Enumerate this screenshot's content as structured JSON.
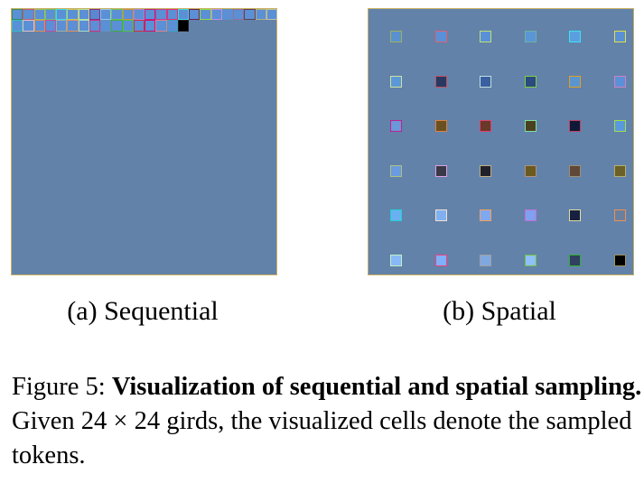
{
  "panels": {
    "a": {
      "label": "(a) Sequential",
      "grid_size": 24,
      "background": "#6282aa",
      "cells": [
        [
          "#5b8fd6",
          "#3a8a5a"
        ],
        [
          "#5b8fd6",
          "#c05a7a"
        ],
        [
          "#5b8fd6",
          "#9ac060"
        ],
        [
          "#5b8fd6",
          "#70c070"
        ],
        [
          "#5b8fd6",
          "#40d8e8"
        ],
        [
          "#5b8fd6",
          "#c8c860"
        ],
        [
          "#5b8fd6",
          "#b8e0a0"
        ],
        [
          "#5a88d0",
          "#803080"
        ],
        [
          "#5b8fd6",
          "#90c8e8"
        ],
        [
          "#5b8fd6",
          "#70c060"
        ],
        [
          "#5b8fd6",
          "#d09040"
        ],
        [
          "#5b8fd6",
          "#b080d0"
        ],
        [
          "#5b8fd6",
          "#c02080"
        ],
        [
          "#5b8fd6",
          "#c04090"
        ],
        [
          "#5b8fd6",
          "#e03070"
        ],
        [
          "#5b8fd6",
          "#40d8e0"
        ],
        [
          "#5b8fd6",
          "#702050"
        ],
        [
          "#5b8fd6",
          "#90e040"
        ],
        [
          "#5b8fd6",
          "#c090e0"
        ],
        [
          "#5b8fd6",
          "#6090c0"
        ],
        [
          "#5b8fd6",
          "#9070a0"
        ],
        [
          "#5b8fd6",
          "#604050"
        ],
        [
          "#5b8fd6",
          "#b0b080"
        ],
        [
          "#5b8fd6",
          "#c0c0a0"
        ],
        [
          "#5b8fd6",
          "#30c0c0"
        ],
        [
          "#5b8fd6",
          "#e0c0c0"
        ],
        [
          "#5b8fd6",
          "#e09050"
        ],
        [
          "#5b8fd6",
          "#c050a0"
        ],
        [
          "#5b8fd6",
          "#a0b0a0"
        ],
        [
          "#5b8fd6",
          "#e09060"
        ],
        [
          "#5b8fd6",
          "#a0e0c0"
        ],
        [
          "#5b8fd6",
          "#d03080"
        ],
        [
          "#5b8fd6",
          "#6090c0"
        ],
        [
          "#5b8fd6",
          "#40b040"
        ],
        [
          "#5b8fd6",
          "#50c050"
        ],
        [
          "#5b8fd6",
          "#d03040"
        ],
        [
          "#5b8fd6",
          "#d01070"
        ],
        [
          "#5b8fd6",
          "#e08090"
        ],
        [
          "#5b8fd6",
          "#40a0c0"
        ],
        [
          "#000000",
          "#202020"
        ]
      ]
    },
    "b": {
      "label": "(b) Spatial",
      "sample_grid": 6,
      "background": "#6282aa",
      "cells": [
        [
          "#5a90d0",
          "#a0b060"
        ],
        [
          "#5a90d8",
          "#e06070"
        ],
        [
          "#5a90d8",
          "#c0e070"
        ],
        [
          "#5a95d5",
          "#70b0a0"
        ],
        [
          "#5aa0e0",
          "#40e0f0"
        ],
        [
          "#5a90d8",
          "#e0e040"
        ],
        [
          "#5a98d8",
          "#d0e0a0"
        ],
        [
          "#283860",
          "#c05060"
        ],
        [
          "#3a60a0",
          "#c0e0e0"
        ],
        [
          "#2a4a80",
          "#80d040"
        ],
        [
          "#5a95d0",
          "#e0a020"
        ],
        [
          "#5a90d8",
          "#d080c0"
        ],
        [
          "#6a98d8",
          "#c02090"
        ],
        [
          "#6a5020",
          "#e08040"
        ],
        [
          "#6a3828",
          "#e04070"
        ],
        [
          "#4a4020",
          "#80e0a0"
        ],
        [
          "#101838",
          "#c04060"
        ],
        [
          "#5a98e0",
          "#a0e040"
        ],
        [
          "#6a9ae0",
          "#b0c080"
        ],
        [
          "#383848",
          "#e0a0e0"
        ],
        [
          "#202028",
          "#c0b080"
        ],
        [
          "#6a5a20",
          "#b09080"
        ],
        [
          "#604838",
          "#a09070"
        ],
        [
          "#6a6028",
          "#b0b070"
        ],
        [
          "#6ab0f0",
          "#20d0d0"
        ],
        [
          "#80b0f0",
          "#f0e0d0"
        ],
        [
          "#80a8f0",
          "#f0a060"
        ],
        [
          "#80a0f0",
          "#c070d0"
        ],
        [
          "#182040",
          "#e0e0a0"
        ],
        [
          "#6a80a0",
          "#f09050"
        ],
        [
          "#88b8f8",
          "#c0f0c0"
        ],
        [
          "#80b0f8",
          "#f04080"
        ],
        [
          "#80a8e0",
          "#a0a0a0"
        ],
        [
          "#90c0f8",
          "#70c040"
        ],
        [
          "#304060",
          "#30b030"
        ],
        [
          "#000000",
          "#a09060"
        ]
      ]
    }
  },
  "caption": {
    "prefix": "Figure 5: ",
    "bold": "Visualization of sequential and spatial sampling.",
    "rest": " Given 24 × 24 girds, the visualized cells denote the sampled tokens."
  }
}
